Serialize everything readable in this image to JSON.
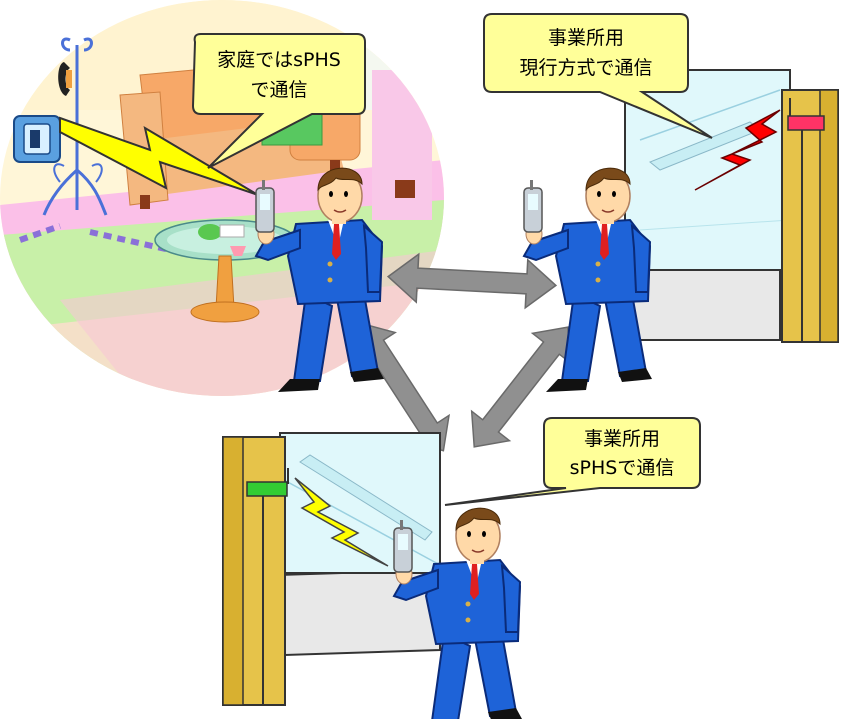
{
  "bubbles": {
    "home": {
      "line1": "家庭ではsPHS",
      "line2": "で通信"
    },
    "office_current": {
      "line1": "事業所用",
      "line2": "現行方式で通信"
    },
    "office_sphs": {
      "line1": "事業所用",
      "line2": "sPHSで通信"
    }
  },
  "colors": {
    "bubble_fill": "#ffff99",
    "suit": "#1e63d8",
    "arrow": "#909090",
    "lightning_home": "#ffff00",
    "lightning_current": "#ff0000",
    "lightning_sphs": "#ffff00",
    "antenna_current": "#ff3366",
    "antenna_sphs": "#33cc33",
    "pillar": "#e6c34a",
    "window": "#e0f8fb"
  },
  "icons": [
    "coat-rack-icon",
    "wall-terminal-icon",
    "cell-phone-icon",
    "double-arrow-icon",
    "lightning-icon",
    "antenna-box-icon"
  ]
}
